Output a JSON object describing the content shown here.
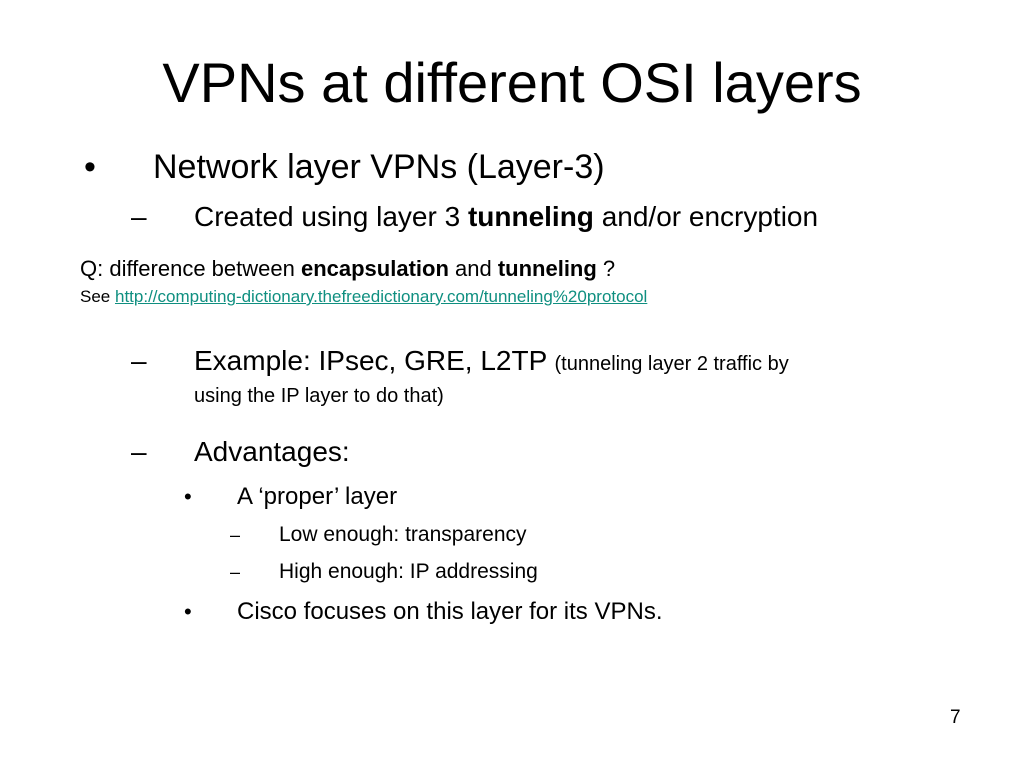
{
  "slide": {
    "title": "VPNs at different OSI layers",
    "page_number": "7",
    "bullet_char": "•",
    "dash_char": "–",
    "bullet1": {
      "text": "Network layer VPNs (Layer-3)"
    },
    "sub1": {
      "pre": "Created using layer 3 ",
      "bold": "tunneling",
      "post": " and/or encryption"
    },
    "question": {
      "q_pre": "Q: difference between ",
      "q_bold1": "encapsulation",
      "q_mid": " and ",
      "q_bold2": "tunneling",
      "q_post": " ?",
      "see_label": "See ",
      "link": "http://computing-dictionary.thefreedictionary.com/tunneling%20protocol"
    },
    "sub2": {
      "main": "Example: IPsec, GRE, L2TP ",
      "paren_line1": "(tunneling layer 2 traffic by",
      "paren_line2": "using the IP layer to do that)"
    },
    "sub3": {
      "text": "Advantages:"
    },
    "adv_items": [
      {
        "text": "A ‘proper’ layer"
      },
      {
        "text": "Cisco focuses on this layer for its VPNs."
      }
    ],
    "adv_subitems": [
      {
        "text": "Low enough: transparency"
      },
      {
        "text": "High enough: IP addressing"
      }
    ]
  }
}
